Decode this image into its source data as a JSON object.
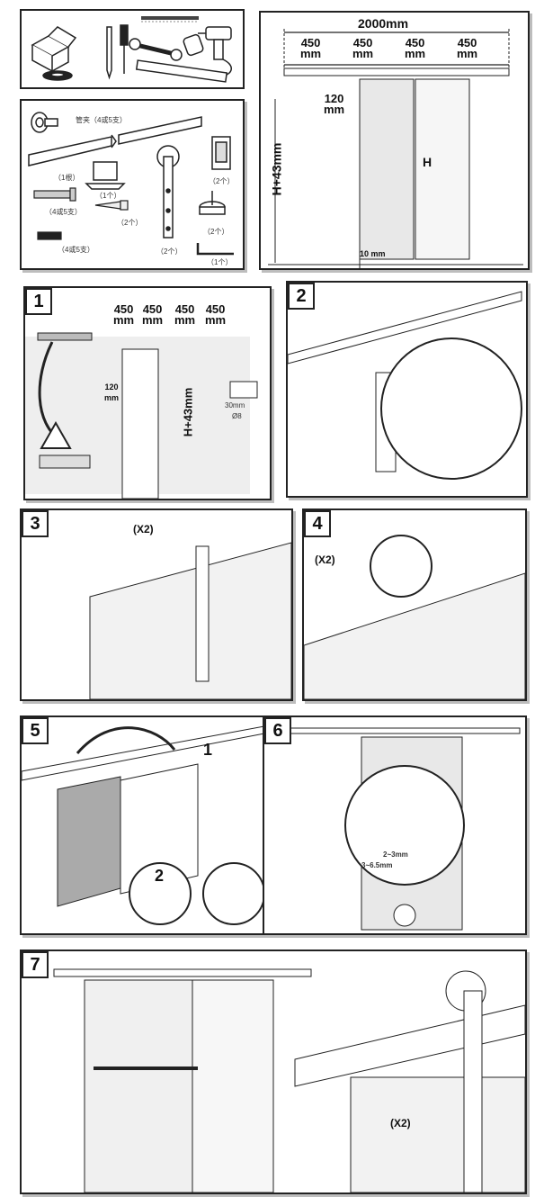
{
  "tools_panel": {
    "icons": [
      "toolbox-icon",
      "pencil-icon",
      "screwdriver-icon",
      "wrench-icon",
      "tape-measure-icon",
      "drill-icon",
      "level-icon"
    ]
  },
  "parts_panel": {
    "rail_label": "管夹（4或5支）",
    "rail_qty": "（1根）",
    "stopper_qty": "（1个）",
    "spacer_qty": "（2个）",
    "bolt_qty": "（4或5支）",
    "screw_qty": "（2个）",
    "hanger_qty": "（2个）",
    "guide_qty": "（2个）",
    "anchor_qty": "（4或5支）",
    "wrench_qty": "（1个）"
  },
  "overview_panel": {
    "total_width": "2000mm",
    "spacing": [
      "450\nmm",
      "450\nmm",
      "450\nmm",
      "450\nmm"
    ],
    "offset": "120\nmm",
    "height_left": "H+43mm",
    "height_right": "H",
    "floor_gap": "10 mm"
  },
  "steps": [
    {
      "number": "1",
      "spacing": [
        "450\nmm",
        "450\nmm",
        "450\nmm",
        "450\nmm"
      ],
      "offset": "120\nmm",
      "height": "H+43mm",
      "drill_size": "30mm",
      "drill_bit": "Ø8"
    },
    {
      "number": "2"
    },
    {
      "number": "3",
      "count": "(X2)"
    },
    {
      "number": "4",
      "count": "(X2)"
    },
    {
      "number": "5",
      "sub1": "1",
      "sub2": "2"
    },
    {
      "number": "6",
      "dim1": "2~3mm",
      "dim2": "3~6.5mm"
    },
    {
      "number": "7",
      "count": "(X2)"
    }
  ]
}
